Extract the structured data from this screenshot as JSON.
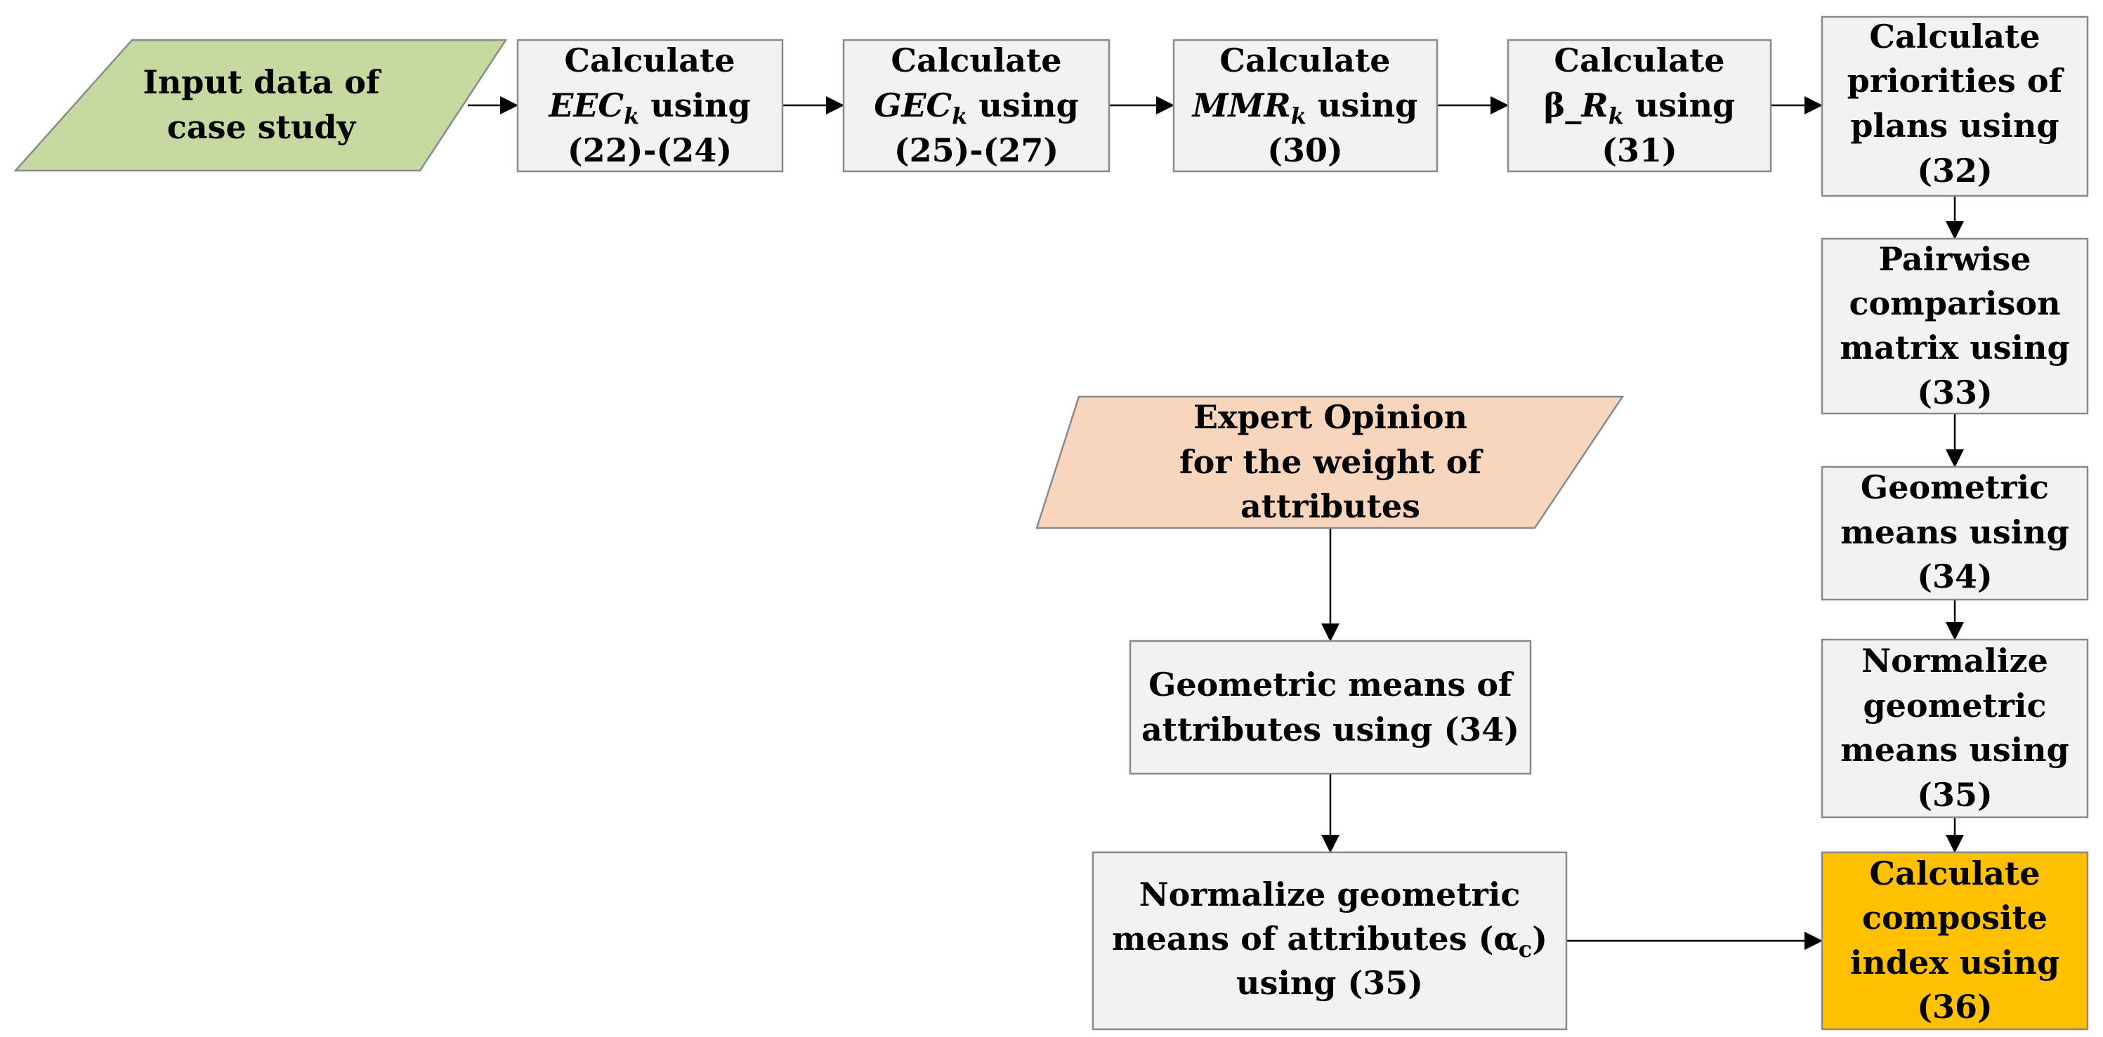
{
  "colors": {
    "input_fill": "#c5d9a0",
    "expert_fill": "#f8d5bd",
    "process_fill": "#f2f2f2",
    "result_fill": "#ffc000",
    "border": "#8a8a8a",
    "arrow": "#000000"
  },
  "nodes": {
    "input": {
      "lines": [
        "Input data of",
        "case study"
      ]
    },
    "eec": {
      "line1": "Calculate",
      "sym": "EEC",
      "sub": "k",
      "after": " using",
      "line3": "(22)-(24)"
    },
    "gec": {
      "line1": "Calculate",
      "sym": "GEC",
      "sub": "k",
      "after": " using",
      "line3": "(25)-(27)"
    },
    "mmr": {
      "line1": "Calculate",
      "sym": "MMR",
      "sub": "k",
      "after": " using",
      "line3": "(30)"
    },
    "beta": {
      "line1": "Calculate",
      "pre": "β_",
      "sym": "R",
      "sub": "k",
      "after": " using",
      "line3": "(31)"
    },
    "priorities": {
      "lines": [
        "Calculate",
        "priorities of",
        "plans using",
        "(32)"
      ]
    },
    "pairwise": {
      "lines": [
        "Pairwise",
        "comparison",
        "matrix using",
        "(33)"
      ]
    },
    "geo_means": {
      "lines": [
        "Geometric",
        "means using",
        "(34)"
      ]
    },
    "normalize": {
      "lines": [
        "Normalize",
        "geometric",
        "means using",
        "(35)"
      ]
    },
    "composite": {
      "lines": [
        "Calculate",
        "composite",
        "index using",
        "(36)"
      ]
    },
    "expert": {
      "lines": [
        "Expert Opinion",
        "for the weight of",
        "attributes"
      ]
    },
    "geo_attr": {
      "lines": [
        "Geometric means of",
        "attributes using (34)"
      ]
    },
    "norm_attr": {
      "line1": "Normalize geometric",
      "line2_pre": "means of attributes (",
      "alpha": "α",
      "alpha_sub": "c",
      "line2_post": ")",
      "line3": "using (35)"
    }
  }
}
